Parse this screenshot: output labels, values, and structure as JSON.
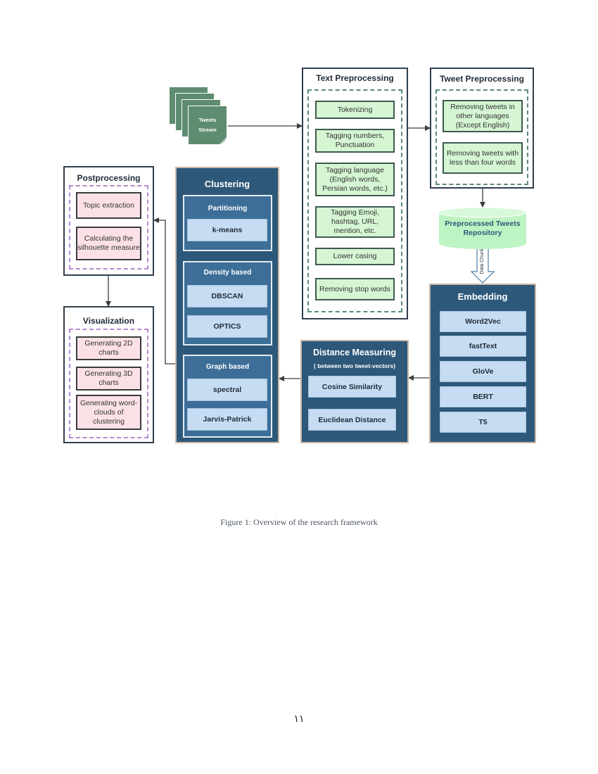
{
  "stream": {
    "label_line1": "Tweets",
    "label_line2": "Stream"
  },
  "text_preprocessing": {
    "title": "Text Preprocessing",
    "steps": [
      "Tokenizing",
      "Tagging numbers, Punctuation",
      "Tagging language (English words, Persian words, etc.)",
      "Tagging Emoji, hashtag, URL, mention, etc.",
      "Lower casing",
      "Removing stop words"
    ]
  },
  "tweet_preprocessing": {
    "title": "Tweet Preprocessing",
    "steps": [
      "Removing tweets in other languages (Except English)",
      "Removing tweets with less than four words"
    ]
  },
  "repository": {
    "label": "Preprocessed Tweets Repository"
  },
  "data_chunk": {
    "label": "Data Chunk"
  },
  "embedding": {
    "title": "Embedding",
    "items": [
      "Word2Vec",
      "fastText",
      "GloVe",
      "BERT",
      "T5"
    ]
  },
  "distance": {
    "title": "Distance Measuring",
    "subtitle": "( between two tweet-vectors)",
    "items": [
      "Cosine Similarity",
      "Euclidean Distance"
    ]
  },
  "clustering": {
    "title": "Clustering",
    "groups": [
      {
        "title": "Partitioning",
        "items": [
          "k-means"
        ]
      },
      {
        "title": "Density based",
        "items": [
          "DBSCAN",
          "OPTICS"
        ]
      },
      {
        "title": "Graph based",
        "items": [
          "spectral",
          "Jarvis-Patrick"
        ]
      }
    ]
  },
  "postprocessing": {
    "title": "Postprocessing",
    "items": [
      "Topic extraction",
      "Calculating the silhouette measure"
    ]
  },
  "visualization": {
    "title": "Visualization",
    "items": [
      "Generating 2D charts",
      "Generating 3D charts",
      "Generating word-clouds of clustering"
    ]
  },
  "caption": "Figure 1: Overview of the research framework",
  "page_number": "١١",
  "colors": {
    "dark_panel": "#2d5879",
    "sub_panel": "#3c6e98",
    "blue_box": "#c6dcf2",
    "green_box": "#d5f5d3",
    "pink_box": "#fbe1e6",
    "stream": "#5e8c70"
  }
}
